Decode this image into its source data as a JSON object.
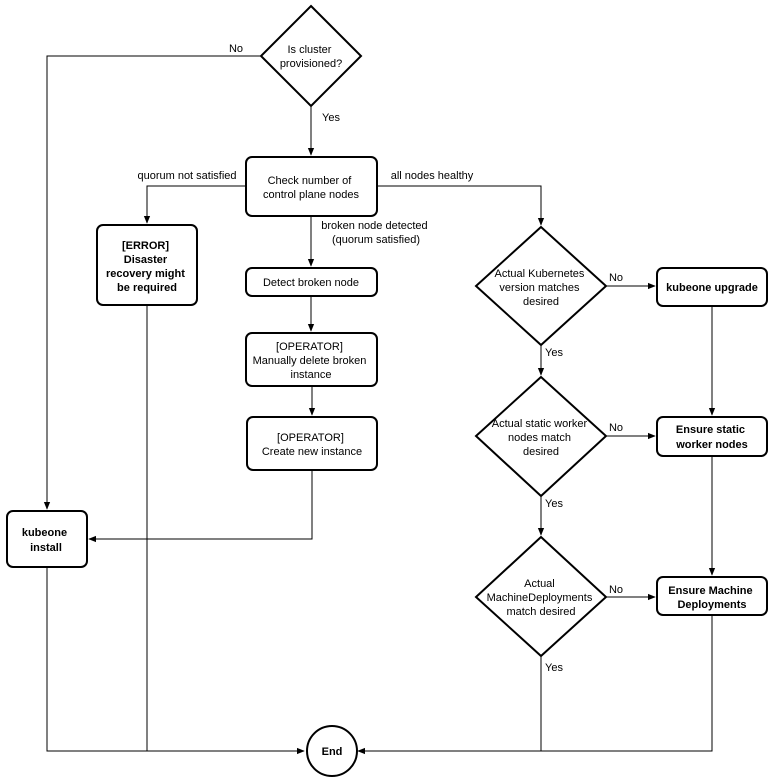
{
  "nodes": {
    "is_provisioned": [
      "Is cluster",
      "provisioned?"
    ],
    "check_cp": [
      "Check number of",
      "control plane nodes"
    ],
    "error": [
      "[ERROR]",
      "Disaster",
      "recovery might",
      "be required"
    ],
    "detect_broken": [
      "Detect broken node"
    ],
    "op_delete": [
      "[OPERATOR]",
      "Manually delete broken",
      "instance"
    ],
    "op_create": [
      "[OPERATOR]",
      "Create new instance"
    ],
    "kubeone_install": [
      "kubeone",
      "install"
    ],
    "k8s_version": [
      "Actual Kubernetes",
      "version matches",
      "desired"
    ],
    "kubeone_upgrade": [
      "kubeone upgrade"
    ],
    "static_workers": [
      "Actual static worker",
      "nodes match",
      "desired"
    ],
    "ensure_static": [
      "Ensure static",
      "worker nodes"
    ],
    "machine_deploy": [
      "Actual",
      "MachineDeployments",
      "match desired"
    ],
    "ensure_md": [
      "Ensure Machine",
      "Deployments"
    ],
    "end": [
      "End"
    ]
  },
  "edge_labels": {
    "no_provisioned": "No",
    "yes_provisioned": "Yes",
    "quorum_not_satisfied": "quorum not satisfied",
    "all_nodes_healthy": "all nodes healthy",
    "broken_detected": [
      "broken node detected",
      "(quorum satisfied)"
    ],
    "no_version": "No",
    "yes_version": "Yes",
    "no_static": "No",
    "yes_static": "Yes",
    "no_md": "No",
    "yes_md": "Yes"
  }
}
